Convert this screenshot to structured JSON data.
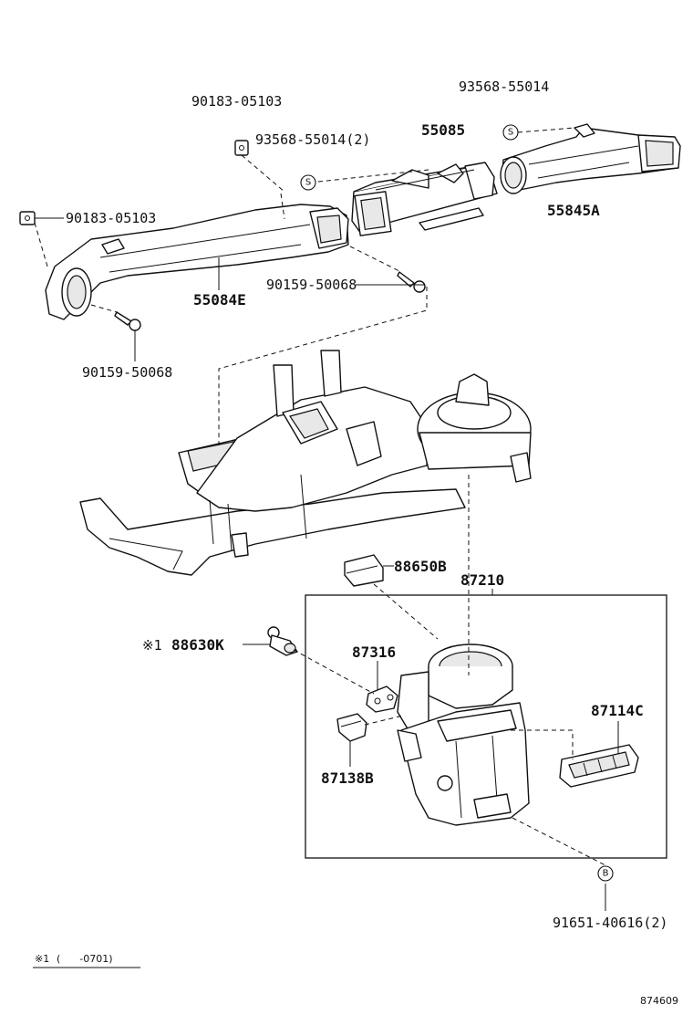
{
  "labels": {
    "p90183_top": "90183-05103",
    "p93568_top": "93568-55014",
    "p93568_2": "93568-55014(2)",
    "p55085": "55085",
    "p90183_left": "90183-05103",
    "p55845A": "55845A",
    "p90159_right": "90159-50068",
    "p55084E": "55084E",
    "p90159_left": "90159-50068",
    "p88650B": "88650B",
    "p87210": "87210",
    "p88630K": "88630K",
    "p88630K_note": "※1",
    "p87316": "87316",
    "p87114C": "87114C",
    "p87138B": "87138B",
    "p91651": "91651-40616(2)"
  },
  "markers": {
    "s1": "S",
    "s2": "S",
    "b1": "B"
  },
  "footnote": {
    "mark": "※1",
    "range": "(      -0701)"
  },
  "diagram_id": "874609"
}
